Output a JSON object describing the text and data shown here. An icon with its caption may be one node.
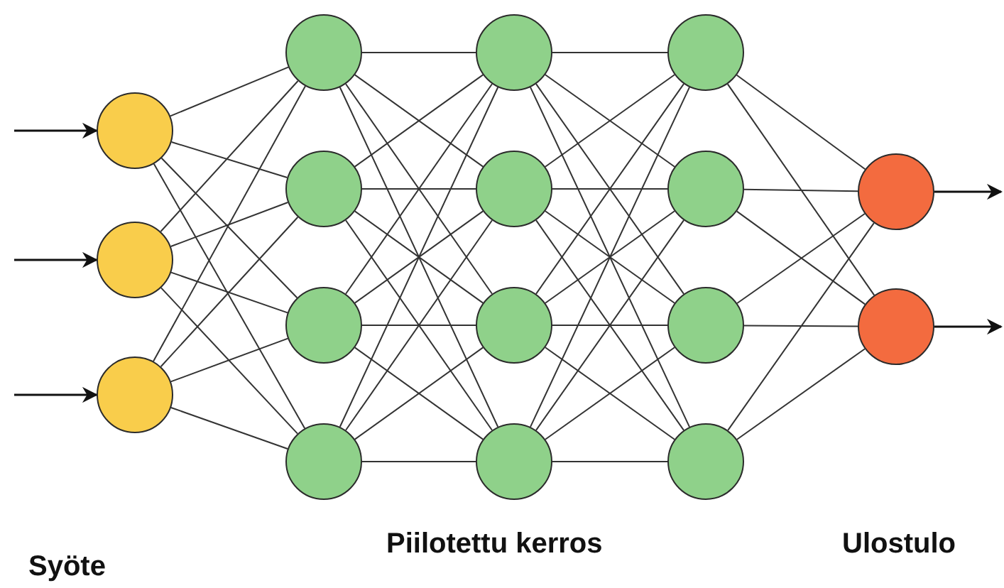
{
  "diagram": {
    "nodes": [
      {
        "text": [],
        "shape": "circle"
      },
      {
        "text": [],
        "shape": "circle"
      },
      {
        "text": [],
        "shape": "circle"
      },
      {
        "text": [],
        "shape": "circle"
      },
      {
        "text": [],
        "shape": "circle"
      },
      {
        "text": [],
        "shape": "circle"
      },
      {
        "text": [],
        "shape": "circle"
      },
      {
        "text": [],
        "shape": "circle"
      },
      {
        "text": [],
        "shape": "circle"
      },
      {
        "text": [],
        "shape": "circle"
      },
      {
        "text": [],
        "shape": "circle"
      },
      {
        "text": [],
        "shape": "circle"
      },
      {
        "text": [],
        "shape": "circle"
      },
      {
        "text": [],
        "shape": "circle"
      },
      {
        "text": [],
        "shape": "circle"
      },
      {
        "text": [],
        "shape": "circle"
      },
      {
        "text": [],
        "shape": "circle"
      }
    ],
    "edges": [
      {
        "from": null,
        "to": 0,
        "arrow": "to"
      },
      {
        "from": null,
        "to": 1,
        "arrow": "to"
      },
      {
        "from": null,
        "to": 2,
        "arrow": "to"
      },
      {
        "from": 0,
        "to": 3,
        "arrow": "none"
      },
      {
        "from": 0,
        "to": 4,
        "arrow": "none"
      },
      {
        "from": 0,
        "to": 5,
        "arrow": "none"
      },
      {
        "from": 0,
        "to": 6,
        "arrow": "none"
      },
      {
        "from": 1,
        "to": 3,
        "arrow": "none"
      },
      {
        "from": 1,
        "to": 4,
        "arrow": "none"
      },
      {
        "from": 1,
        "to": 5,
        "arrow": "none"
      },
      {
        "from": 1,
        "to": 6,
        "arrow": "none"
      },
      {
        "from": 2,
        "to": 3,
        "arrow": "none"
      },
      {
        "from": 2,
        "to": 4,
        "arrow": "none"
      },
      {
        "from": 2,
        "to": 5,
        "arrow": "none"
      },
      {
        "from": 2,
        "to": 6,
        "arrow": "none"
      },
      {
        "from": 3,
        "to": 7,
        "arrow": "none"
      },
      {
        "from": 3,
        "to": 8,
        "arrow": "none"
      },
      {
        "from": 3,
        "to": 9,
        "arrow": "none"
      },
      {
        "from": 3,
        "to": 10,
        "arrow": "none"
      },
      {
        "from": 4,
        "to": 7,
        "arrow": "none"
      },
      {
        "from": 4,
        "to": 8,
        "arrow": "none"
      },
      {
        "from": 4,
        "to": 9,
        "arrow": "none"
      },
      {
        "from": 4,
        "to": 10,
        "arrow": "none"
      },
      {
        "from": 5,
        "to": 7,
        "arrow": "none"
      },
      {
        "from": 5,
        "to": 8,
        "arrow": "none"
      },
      {
        "from": 5,
        "to": 9,
        "arrow": "none"
      },
      {
        "from": 5,
        "to": 10,
        "arrow": "none"
      },
      {
        "from": 6,
        "to": 7,
        "arrow": "none"
      },
      {
        "from": 6,
        "to": 8,
        "arrow": "none"
      },
      {
        "from": 6,
        "to": 9,
        "arrow": "none"
      },
      {
        "from": 6,
        "to": 10,
        "arrow": "none"
      },
      {
        "from": 7,
        "to": 11,
        "arrow": "none"
      },
      {
        "from": 7,
        "to": 12,
        "arrow": "none"
      },
      {
        "from": 7,
        "to": 13,
        "arrow": "none"
      },
      {
        "from": 7,
        "to": 14,
        "arrow": "none"
      },
      {
        "from": 8,
        "to": 11,
        "arrow": "none"
      },
      {
        "from": 8,
        "to": 12,
        "arrow": "none"
      },
      {
        "from": 8,
        "to": 13,
        "arrow": "none"
      },
      {
        "from": 8,
        "to": 14,
        "arrow": "none"
      },
      {
        "from": 9,
        "to": 11,
        "arrow": "none"
      },
      {
        "from": 9,
        "to": 12,
        "arrow": "none"
      },
      {
        "from": 9,
        "to": 13,
        "arrow": "none"
      },
      {
        "from": 9,
        "to": 14,
        "arrow": "none"
      },
      {
        "from": 10,
        "to": 11,
        "arrow": "none"
      },
      {
        "from": 10,
        "to": 12,
        "arrow": "none"
      },
      {
        "from": 10,
        "to": 13,
        "arrow": "none"
      },
      {
        "from": 10,
        "to": 14,
        "arrow": "none"
      },
      {
        "from": 11,
        "to": 15,
        "arrow": "none"
      },
      {
        "from": 11,
        "to": 16,
        "arrow": "none"
      },
      {
        "from": 12,
        "to": 15,
        "arrow": "none"
      },
      {
        "from": 12,
        "to": 16,
        "arrow": "none"
      },
      {
        "from": 13,
        "to": 15,
        "arrow": "none"
      },
      {
        "from": 13,
        "to": 16,
        "arrow": "none"
      },
      {
        "from": 14,
        "to": 15,
        "arrow": "none"
      },
      {
        "from": 14,
        "to": 16,
        "arrow": "none"
      },
      {
        "from": 15,
        "to": null,
        "arrow": "to"
      },
      {
        "from": 16,
        "to": null,
        "arrow": "to"
      }
    ],
    "labels": [
      "Syöte",
      "Piilotettu kerros",
      "Ulostulo"
    ]
  }
}
